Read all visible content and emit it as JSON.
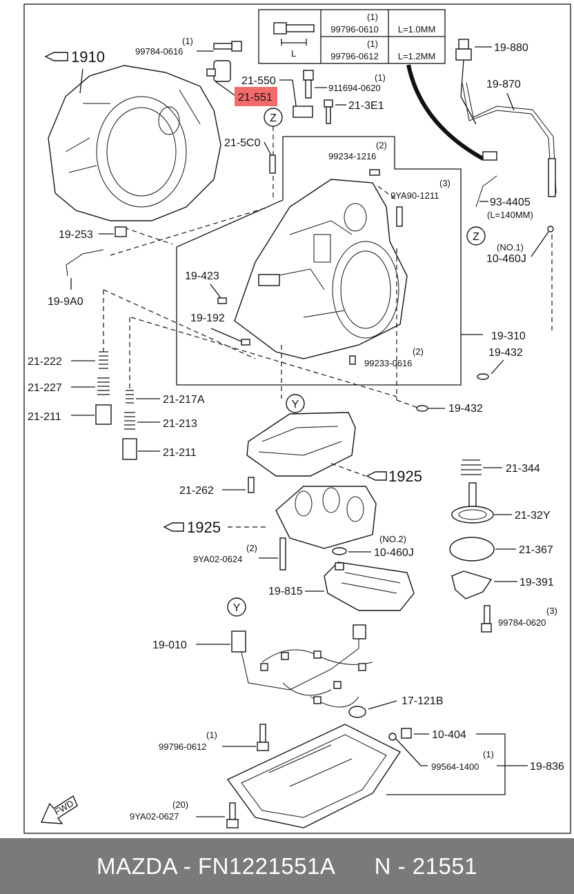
{
  "spec_table": {
    "rows": [
      {
        "qty": "(1)",
        "part": "99796-0610",
        "length": "L=1.0MM"
      },
      {
        "qty": "(1)",
        "part": "99796-0612",
        "length": "L=1.2MM"
      }
    ],
    "dim_label": "L"
  },
  "refs": {
    "ref_1910": "1910",
    "ref_1925_a": "1925",
    "ref_1925_b": "1925"
  },
  "circle_markers": {
    "z1": "Z",
    "z2": "Z",
    "y1": "Y",
    "y2": "Y"
  },
  "labels": {
    "p99784_0616_qty": "(1)",
    "p99784_0616": "99784-0616",
    "p21_550": "21-550",
    "p21_551": "21-551",
    "p911694_qty": "(1)",
    "p911694_0620": "911694-0620",
    "p21_3e1": "21-3E1",
    "p21_5c0": "21-5C0",
    "p99234_qty": "(2)",
    "p99234_1216": "99234-1216",
    "p9ya90_qty": "(3)",
    "p9ya90_1211": "9YA90-1211",
    "p19_880": "19-880",
    "p19_870": "19-870",
    "p93_4405": "93-4405",
    "p93_4405_len": "(L=140MM)",
    "no1": "(NO.1)",
    "p10_460j_a": "10-460J",
    "p19_253": "19-253",
    "p19_9a0": "19-9A0",
    "p19_423": "19-423",
    "p19_192": "19-192",
    "p19_310": "19-310",
    "p19_432_a": "19-432",
    "p99233_qty": "(2)",
    "p99233_0616": "99233-0616",
    "p19_432_b": "19-432",
    "p21_222": "21-222",
    "p21_227": "21-227",
    "p21_211_a": "21-211",
    "p21_217a": "21-217A",
    "p21_213": "21-213",
    "p21_211_b": "21-211",
    "p21_262": "21-262",
    "p21_344": "21-344",
    "p21_32y": "21-32Y",
    "p21_367": "21-367",
    "p9ya02_0624_qty": "(2)",
    "p9ya02_0624": "9YA02-0624",
    "no2": "(NO.2)",
    "p10_460j_b": "10-460J",
    "p19_815": "19-815",
    "p19_391": "19-391",
    "p99784_0620_qty": "(3)",
    "p99784_0620": "99784-0620",
    "p19_010": "19-010",
    "p17_121b": "17-121B",
    "p10_404": "10-404",
    "p99796_0612_qty": "(1)",
    "p99796_0612": "99796-0612",
    "p99564_qty": "(1)",
    "p99564_1400": "99564-1400",
    "p19_836": "19-836",
    "fwd": "FWD",
    "p9ya02_0627_qty": "(20)",
    "p9ya02_0627": "9YA02-0627"
  },
  "highlight_color": "#f26b6b",
  "footer": {
    "text": "MAZDA - FN1221551A      N - 21551"
  }
}
